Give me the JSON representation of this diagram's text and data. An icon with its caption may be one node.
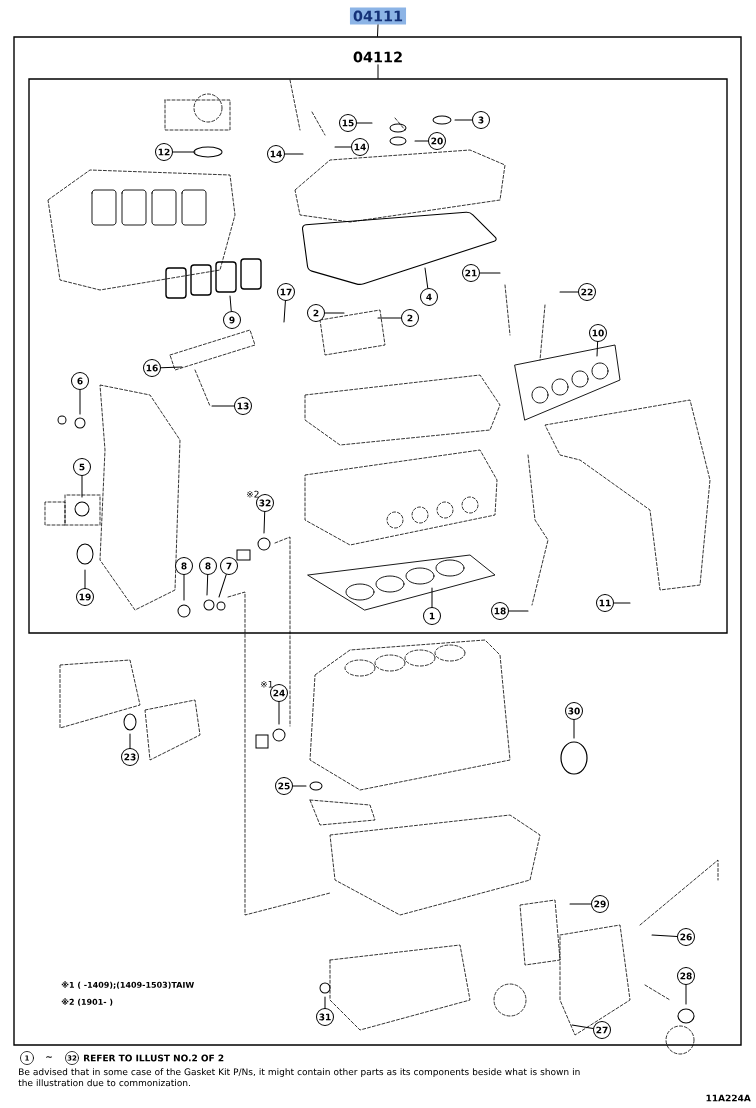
{
  "diagram": {
    "nodes": [
      {
        "text": [
          "04111"
        ]
      },
      {
        "text": [],
        "shape": "box"
      },
      {
        "text": [
          "04112"
        ],
        "in": 1
      },
      {
        "text": [],
        "shape": "box",
        "in": 1
      },
      {
        "text": [
          "3"
        ],
        "in": 3
      },
      {
        "text": [
          "15"
        ],
        "in": 3
      },
      {
        "text": [
          "20"
        ],
        "in": 3
      },
      {
        "text": [
          "14"
        ],
        "in": 3
      },
      {
        "text": [
          "12"
        ],
        "in": 3
      },
      {
        "text": [
          "14"
        ],
        "in": 3
      },
      {
        "text": [
          "21"
        ],
        "in": 3
      },
      {
        "text": [
          "22"
        ],
        "in": 3
      },
      {
        "text": [
          "17"
        ],
        "in": 3
      },
      {
        "text": [
          "4"
        ],
        "in": 3
      },
      {
        "text": [
          "2"
        ],
        "in": 3
      },
      {
        "text": [
          "2"
        ],
        "in": 3
      },
      {
        "text": [
          "9"
        ],
        "in": 3
      },
      {
        "text": [
          "10"
        ],
        "in": 3
      },
      {
        "text": [
          "16"
        ],
        "in": 3
      },
      {
        "text": [
          "6"
        ],
        "in": 3
      },
      {
        "text": [
          "13"
        ],
        "in": 3
      },
      {
        "text": [
          "5"
        ],
        "in": 3
      },
      {
        "text": [
          "32"
        ],
        "beside": [
          "※2"
        ],
        "in": 3
      },
      {
        "text": [
          "8"
        ],
        "in": 3
      },
      {
        "text": [
          "8"
        ],
        "in": 3
      },
      {
        "text": [
          "7"
        ],
        "in": 3
      },
      {
        "text": [
          "19"
        ],
        "in": 3
      },
      {
        "text": [
          "11"
        ],
        "in": 3
      },
      {
        "text": [
          "18"
        ],
        "in": 3
      },
      {
        "text": [
          "1"
        ],
        "in": 3
      },
      {
        "text": [
          "24"
        ],
        "beside": [
          "※1"
        ],
        "in": 1
      },
      {
        "text": [
          "30"
        ],
        "in": 1
      },
      {
        "text": [
          "23"
        ],
        "in": 1
      },
      {
        "text": [
          "25"
        ],
        "in": 1
      },
      {
        "text": [
          "29"
        ],
        "in": 1
      },
      {
        "text": [
          "26"
        ],
        "in": 1
      },
      {
        "text": [
          "28"
        ],
        "in": 1
      },
      {
        "text": [
          "31"
        ],
        "in": 1
      },
      {
        "text": [
          "27"
        ],
        "in": 1
      }
    ],
    "edges": [
      {
        "from": 0,
        "to": 1,
        "arrow": "none"
      },
      {
        "from": 2,
        "to": 3,
        "arrow": "none"
      },
      {
        "from": 4,
        "to": null,
        "arrow": "none"
      },
      {
        "from": 5,
        "to": null,
        "arrow": "none"
      },
      {
        "from": 6,
        "to": null,
        "arrow": "none"
      },
      {
        "from": 7,
        "to": null,
        "arrow": "none"
      },
      {
        "from": 8,
        "to": null,
        "arrow": "none"
      },
      {
        "from": 9,
        "to": null,
        "arrow": "none"
      },
      {
        "from": 10,
        "to": null,
        "arrow": "none"
      },
      {
        "from": 11,
        "to": null,
        "arrow": "none"
      },
      {
        "from": 12,
        "to": null,
        "arrow": "none"
      },
      {
        "from": 13,
        "to": null,
        "arrow": "none"
      },
      {
        "from": 14,
        "to": null,
        "arrow": "none"
      },
      {
        "from": 15,
        "to": null,
        "arrow": "none"
      },
      {
        "from": 16,
        "to": null,
        "arrow": "none"
      },
      {
        "from": 17,
        "to": null,
        "arrow": "none"
      },
      {
        "from": 18,
        "to": null,
        "arrow": "none"
      },
      {
        "from": 19,
        "to": null,
        "arrow": "none"
      },
      {
        "from": 20,
        "to": null,
        "arrow": "none"
      },
      {
        "from": 21,
        "to": null,
        "arrow": "none"
      },
      {
        "from": 22,
        "to": null,
        "arrow": "none"
      },
      {
        "from": 23,
        "to": null,
        "arrow": "none"
      },
      {
        "from": 24,
        "to": null,
        "arrow": "none"
      },
      {
        "from": 25,
        "to": null,
        "arrow": "none"
      },
      {
        "from": 26,
        "to": null,
        "arrow": "none"
      },
      {
        "from": 27,
        "to": null,
        "arrow": "none"
      },
      {
        "from": 28,
        "to": null,
        "arrow": "none"
      },
      {
        "from": 29,
        "to": null,
        "arrow": "none"
      },
      {
        "from": 30,
        "to": null,
        "arrow": "none"
      },
      {
        "from": 31,
        "to": null,
        "arrow": "none"
      },
      {
        "from": 32,
        "to": null,
        "arrow": "none"
      },
      {
        "from": 33,
        "to": null,
        "arrow": "none"
      },
      {
        "from": 34,
        "to": null,
        "arrow": "none"
      },
      {
        "from": 35,
        "to": null,
        "arrow": "none"
      },
      {
        "from": 36,
        "to": null,
        "arrow": "none"
      },
      {
        "from": 37,
        "to": null,
        "arrow": "none"
      },
      {
        "from": 38,
        "to": null,
        "arrow": "none"
      }
    ],
    "labels": [
      "※1 (      -1409);(1409-1503)TAIW",
      "※2 (1901-      )",
      "1",
      "~",
      "32",
      "REFER TO ILLUST NO.2 OF 2",
      "Be advised that in some case of the Gasket Kit P/Ns, it might contain other parts as its components beside what is shown in the illustration due to commonization.",
      "11A224A"
    ]
  }
}
